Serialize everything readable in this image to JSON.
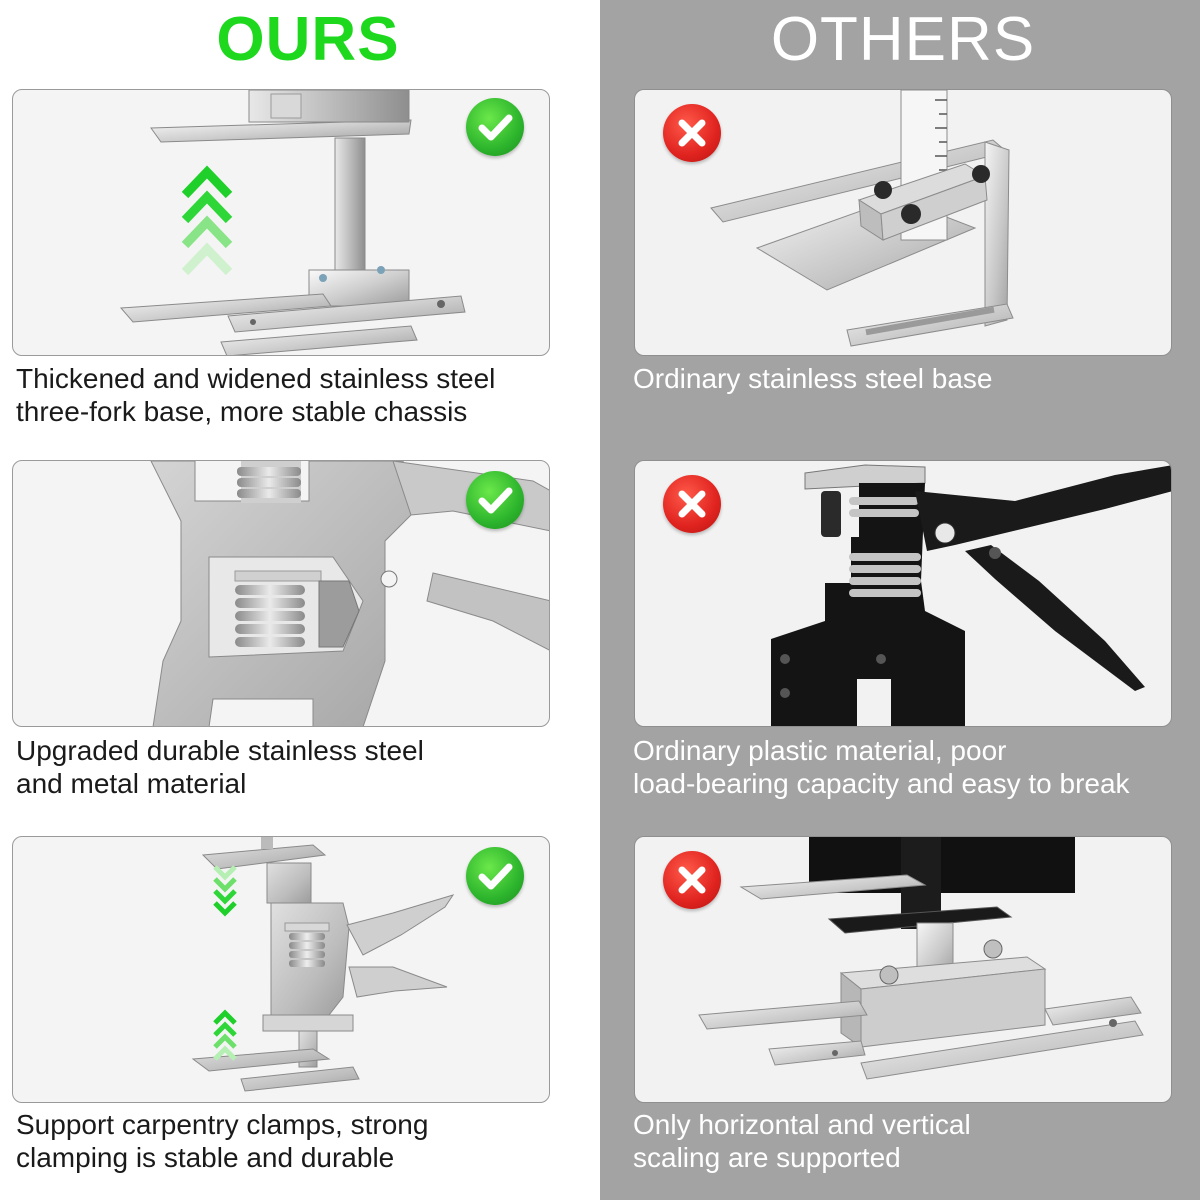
{
  "headings": {
    "ours": "OURS",
    "others": "OTHERS"
  },
  "rows": [
    {
      "ours_lines": [
        "Thickened and widened stainless steel",
        "three-fork base, more stable chassis"
      ],
      "others_lines": [
        "Ordinary stainless steel base"
      ]
    },
    {
      "ours_lines": [
        "Upgraded durable stainless steel",
        "and metal material"
      ],
      "others_lines": [
        "Ordinary plastic material, poor",
        "load-bearing capacity and easy to break"
      ]
    },
    {
      "ours_lines": [
        "Support carpentry clamps, strong",
        "clamping is stable and durable"
      ],
      "others_lines": [
        "Only horizontal and vertical",
        "scaling are supported"
      ]
    }
  ],
  "icons": {
    "good": "check-circle-icon",
    "bad": "x-circle-icon",
    "arrows_up": "chevrons-up-icon",
    "arrows_down": "chevrons-down-icon"
  },
  "colors": {
    "ours_heading": "#1ed81e",
    "check_badge": "#2db52d",
    "cross_badge": "#e0231f",
    "others_panel_bg": "#a3a3a3"
  }
}
